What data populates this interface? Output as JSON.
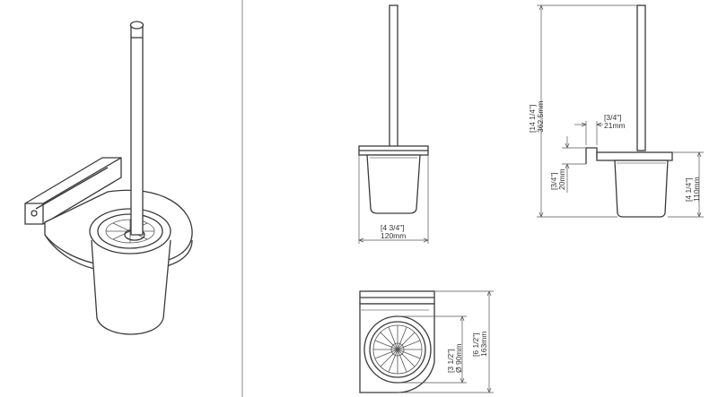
{
  "dimensions": {
    "overall_height_imperial": "[14 1/4\"]",
    "overall_height_metric": "362.5mm",
    "hook_width_imperial": "[3/4\"]",
    "hook_width_metric": "21mm",
    "hook_height_imperial": "[3/4\"]",
    "hook_height_metric": "20mm",
    "holder_height_imperial": "[4 1/4\"]",
    "holder_height_metric": "110mm",
    "width_imperial": "[4 3/4\"]",
    "width_metric": "120mm",
    "cup_diameter_imperial": "[3 1/2\"]",
    "cup_diameter_metric": "Ø 90mm",
    "depth_imperial": "[6 1/2\"]",
    "depth_metric": "163mm"
  }
}
